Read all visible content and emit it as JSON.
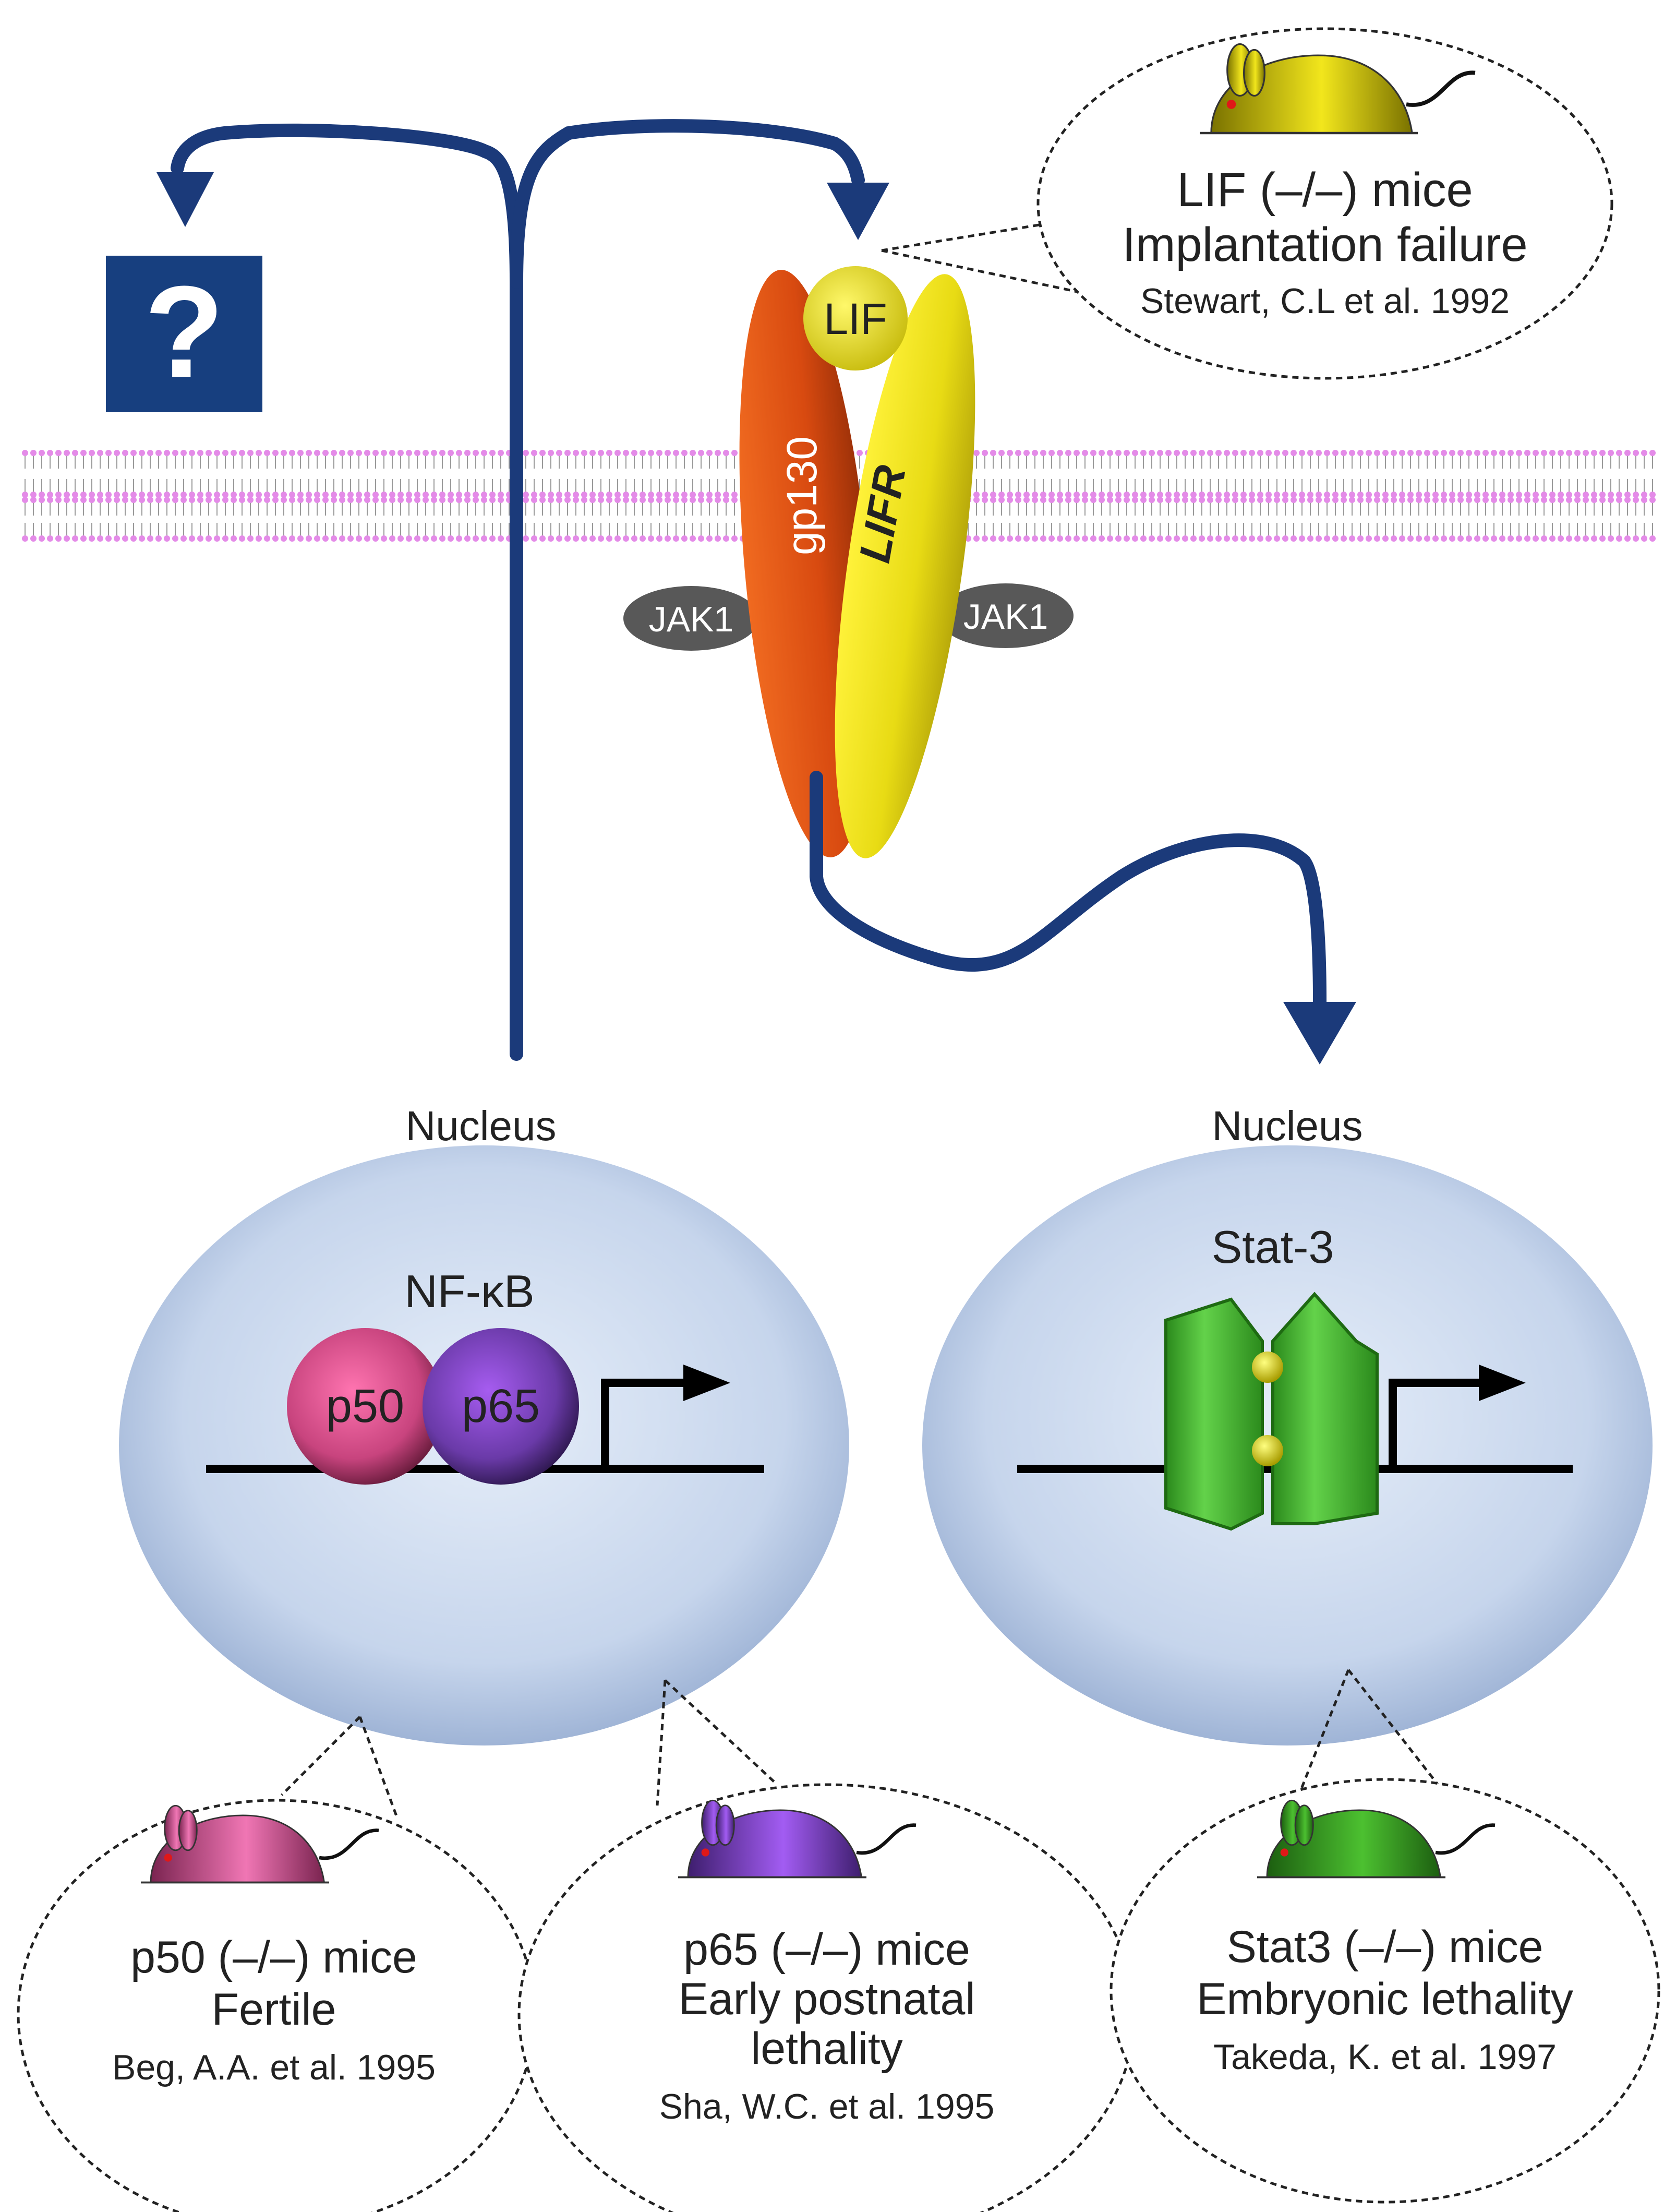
{
  "colors": {
    "arrow": "#1b3a7a",
    "membrane_head": "#e48be8",
    "membrane_tail": "#9a9a9a",
    "gp130": "#d94a10",
    "lifr": "#f2e51c",
    "lif": "#ece31a",
    "jak1": "#555555",
    "nucleus": "#c9d7ec",
    "p50": "#e0508a",
    "p65": "#7a3fb0",
    "stat3": "#3fae2a",
    "question_box": "#173f7f"
  },
  "question_mark": "?",
  "receptor": {
    "lif": "LIF",
    "gp130": "gp130",
    "lifr": "LIFR",
    "jak1_left": "JAK1",
    "jak1_right": "JAK1"
  },
  "nucleus_left": {
    "title": "Nucleus",
    "complex": "NF-κB",
    "p50": "p50",
    "p65": "p65"
  },
  "nucleus_right": {
    "title": "Nucleus",
    "factor": "Stat-3"
  },
  "callouts": {
    "lif": {
      "genotype": "LIF (–/–) mice",
      "phenotype": "Implantation failure",
      "reference": "Stewart, C.L et al. 1992"
    },
    "p50": {
      "genotype": "p50 (–/–) mice",
      "phenotype": "Fertile",
      "reference": "Beg, A.A. et al. 1995"
    },
    "p65": {
      "genotype": "p65 (–/–) mice",
      "phenotype_line1": "Early postnatal",
      "phenotype_line2": "lethality",
      "reference": "Sha, W.C. et al. 1995"
    },
    "stat3": {
      "genotype": "Stat3 (–/–) mice",
      "phenotype": "Embryonic lethality",
      "reference": "Takeda, K. et al. 1997"
    }
  }
}
